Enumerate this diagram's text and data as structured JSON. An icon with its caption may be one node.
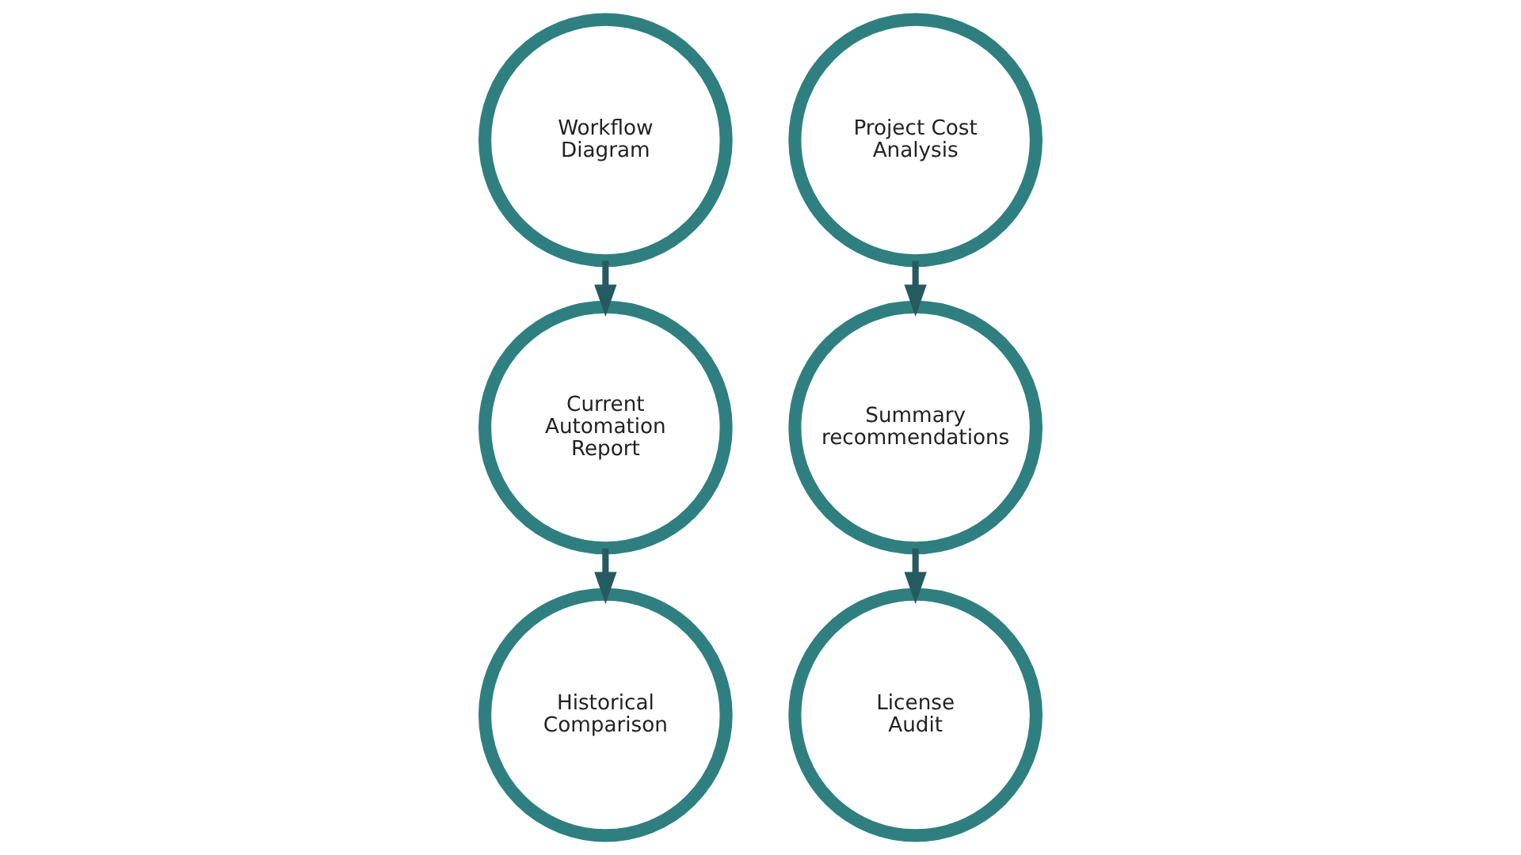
{
  "diagram": {
    "nodes": [
      {
        "text": [
          "Workflow Diagram"
        ]
      },
      {
        "text": [
          "Project Cost Analysis"
        ]
      },
      {
        "text": [
          "Current Automation Report"
        ]
      },
      {
        "text": [
          "Summary recommendations"
        ]
      },
      {
        "text": [
          "Historical Comparison"
        ]
      },
      {
        "text": [
          "License Audit"
        ]
      }
    ],
    "edges": [
      {
        "from": 0,
        "to": 2,
        "arrow": "to"
      },
      {
        "from": 1,
        "to": 3,
        "arrow": "to"
      },
      {
        "from": 2,
        "to": 4,
        "arrow": "to"
      },
      {
        "from": 3,
        "to": 5,
        "arrow": "to"
      }
    ]
  }
}
